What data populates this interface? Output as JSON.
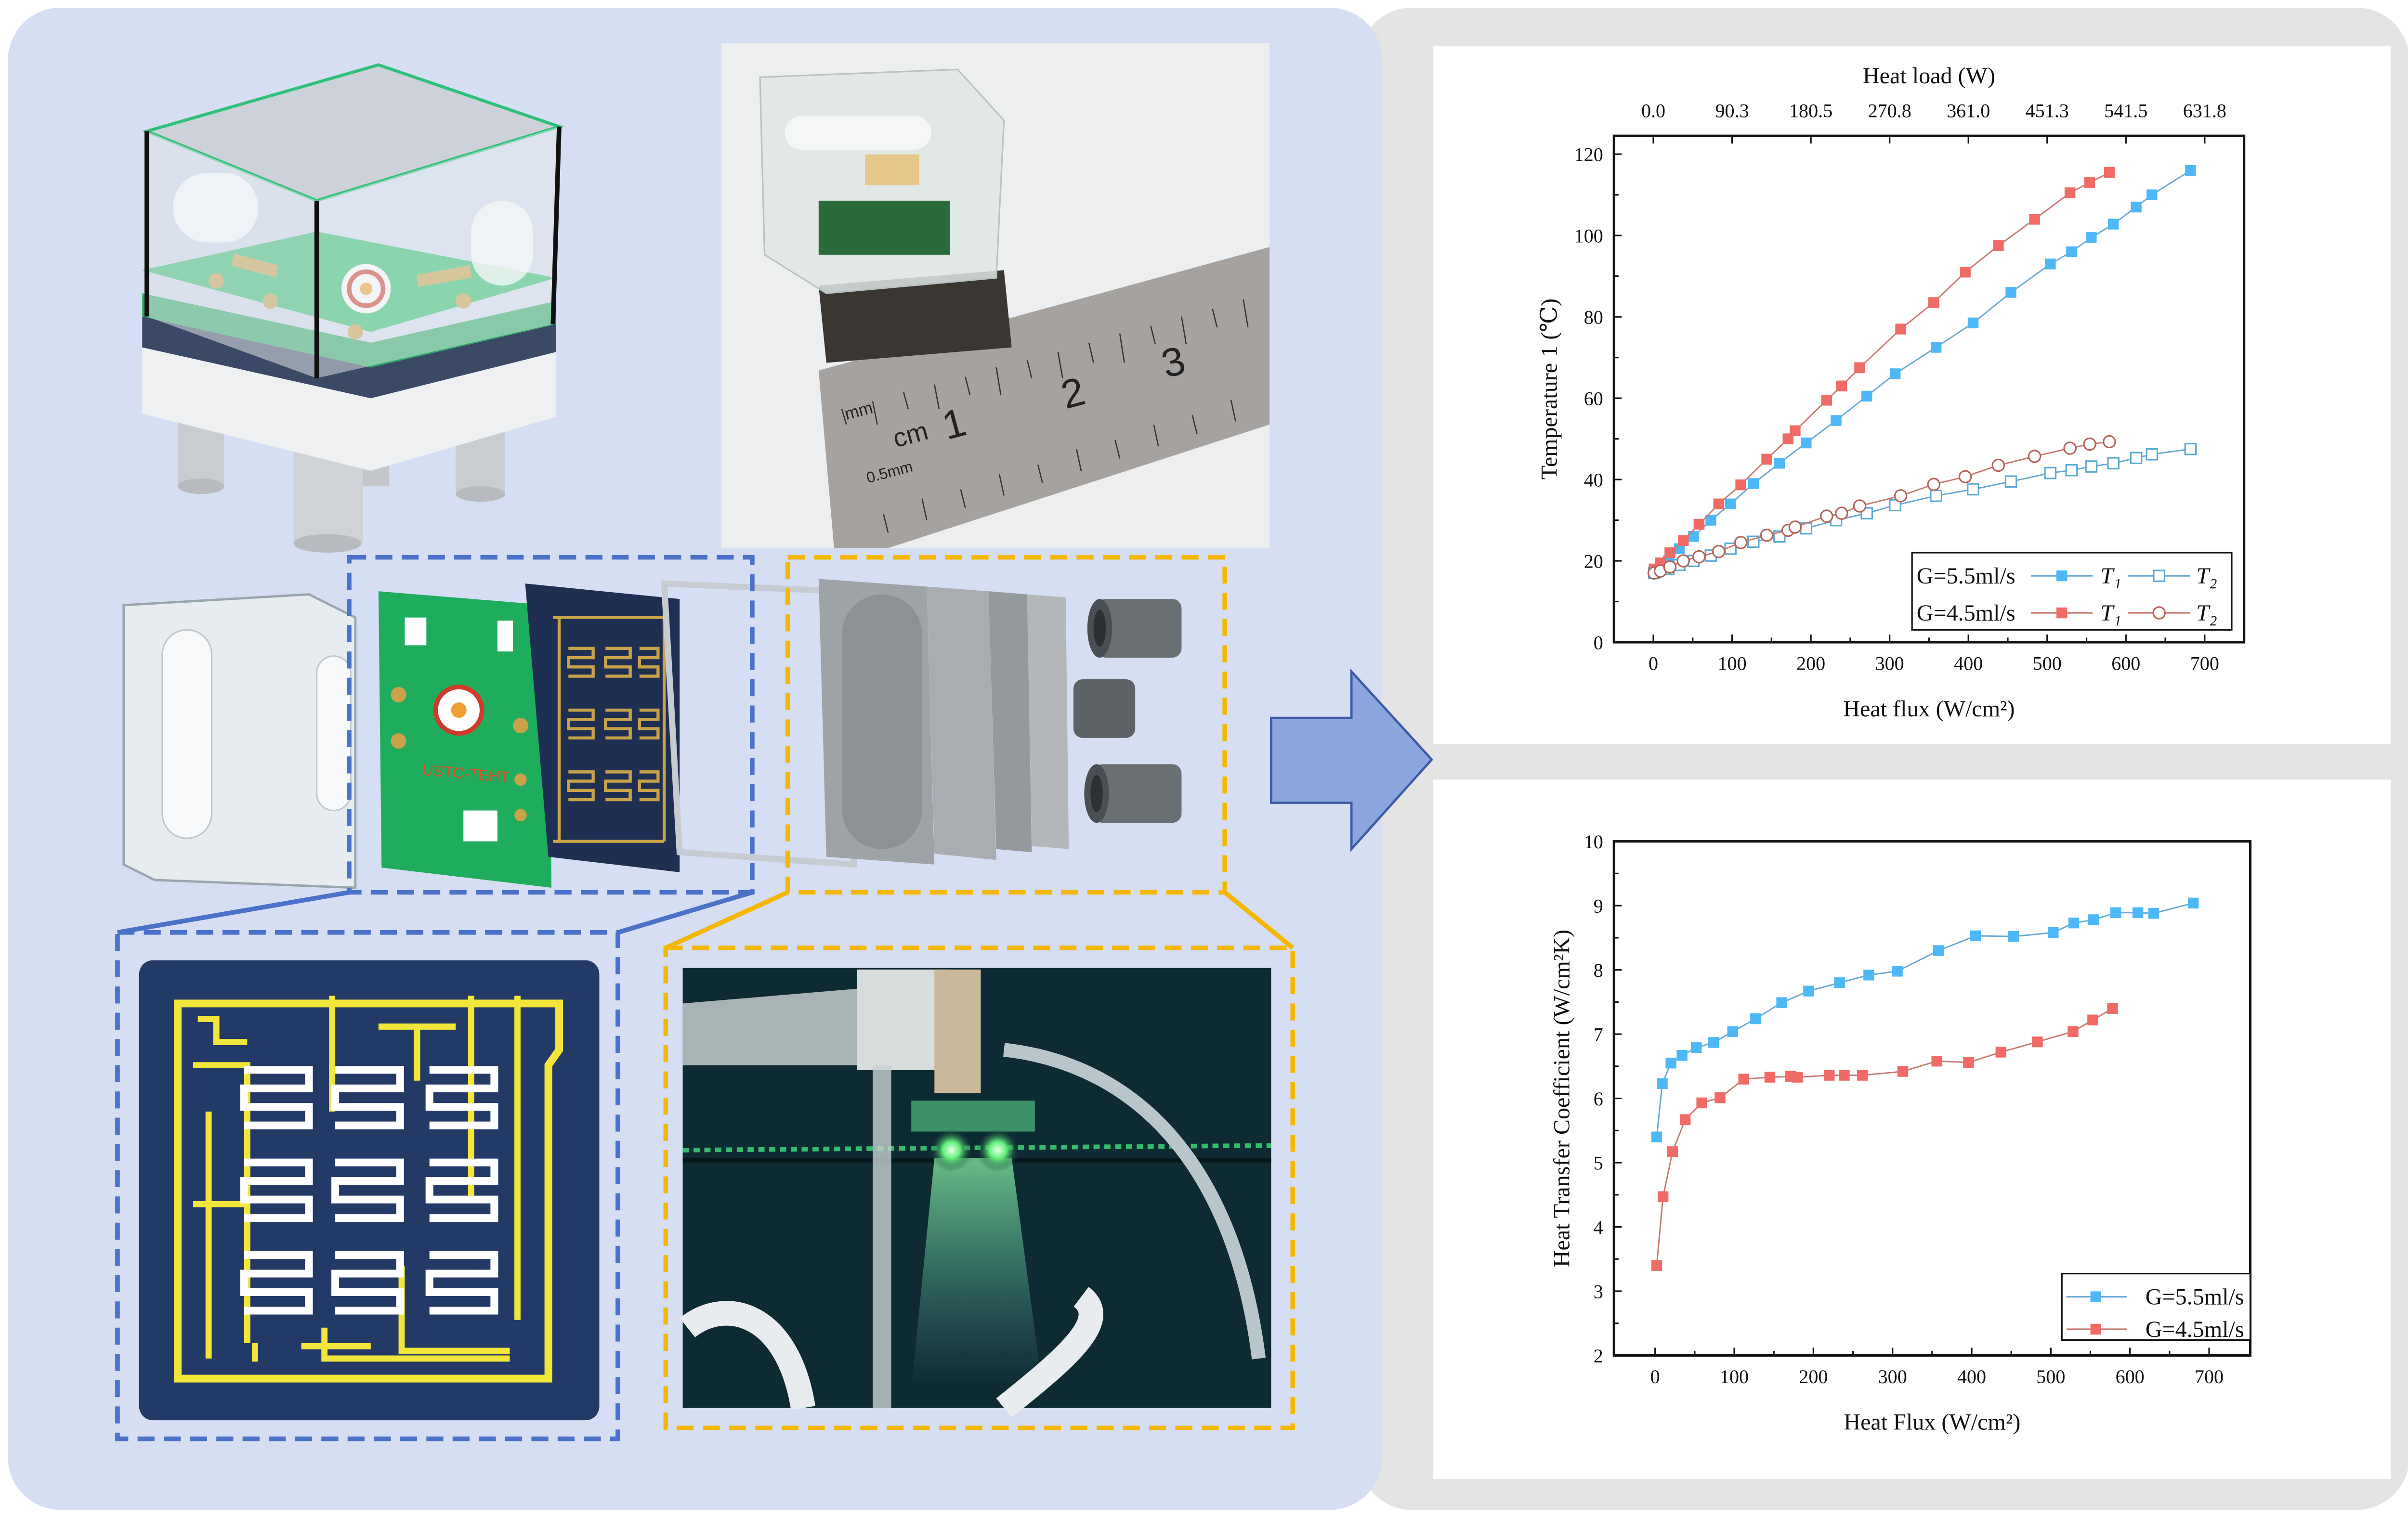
{
  "left_panel": {
    "pcb_logo_text": "USTC-TEHT",
    "ruler": {
      "mm": "mm",
      "cm": "cm",
      "n1": "1",
      "n2": "2",
      "n3": "3",
      "half_mm": "0.5mm"
    }
  },
  "colors": {
    "left_bg": "#d6def3",
    "right_bg": "#e4e4e4",
    "blue_dash": "#4a72c8",
    "orange_dash": "#f5b800",
    "arrow_fill": "#8aa6dd",
    "series_blue": "#4db8f5",
    "series_red": "#f06a66"
  },
  "chart_data": [
    {
      "type": "scatter",
      "title": "",
      "top_axis_label": "Heat load (W)",
      "top_tick_labels": [
        "0.0",
        "90.3",
        "180.5",
        "270.8",
        "361.0",
        "451.3",
        "541.5",
        "631.8"
      ],
      "xlabel": "Heat flux (W/cm²)",
      "ylabel": "Temperature 1 (℃)",
      "xlim": [
        -50,
        750
      ],
      "ylim": [
        0,
        124.5
      ],
      "xticks": [
        0,
        100,
        200,
        300,
        400,
        500,
        600,
        700
      ],
      "yticks": [
        0,
        20,
        40,
        60,
        80,
        100,
        120
      ],
      "legend_placement": "bottom-right",
      "legend": {
        "rows": [
          {
            "group": "G=5.5ml/s",
            "t1": "T₁",
            "t2": "T₂"
          },
          {
            "group": "G=4.5ml/s",
            "t1": "T₁",
            "t2": "T₂"
          }
        ]
      },
      "series": [
        {
          "name": "G=5.5ml/s T1",
          "marker": "square-filled",
          "color": "#4db8f5",
          "line": "#6aa8d0",
          "x": [
            1,
            19,
            33,
            51,
            73,
            98,
            127,
            160,
            194,
            232,
            271,
            307,
            359,
            406,
            454,
            504,
            531,
            556,
            584,
            613,
            633,
            682
          ],
          "y": [
            17,
            20,
            23,
            26,
            30,
            34,
            39,
            44,
            49,
            54.5,
            60.5,
            66,
            72.5,
            78.5,
            86,
            93,
            96,
            99.5,
            102.8,
            107,
            110,
            116
          ]
        },
        {
          "name": "G=5.5ml/s T2",
          "marker": "square-open",
          "color": "#5aaad6",
          "line": "#6aa8d0",
          "x": [
            1,
            19,
            33,
            51,
            73,
            98,
            127,
            160,
            194,
            232,
            271,
            307,
            359,
            406,
            454,
            504,
            531,
            556,
            584,
            613,
            633,
            682
          ],
          "y": [
            17,
            18,
            19,
            20,
            21.3,
            23,
            24.7,
            26,
            28,
            30,
            31.7,
            33.7,
            36,
            37.6,
            39.5,
            41.6,
            42.3,
            43.2,
            44,
            45.3,
            46.2,
            47.5
          ]
        },
        {
          "name": "G=4.5ml/s T1",
          "marker": "square-filled",
          "color": "#f06a66",
          "line": "#c8786f",
          "x": [
            1,
            9,
            21,
            38,
            58,
            83,
            111,
            144,
            171,
            180,
            220,
            239,
            262,
            314,
            356,
            396,
            438,
            484,
            529,
            554,
            579
          ],
          "y": [
            18,
            19.5,
            22,
            25,
            29,
            34,
            38.7,
            45,
            50,
            52,
            59.5,
            63,
            67.5,
            77,
            83.5,
            91,
            97.5,
            104,
            110.5,
            113,
            115.5
          ]
        },
        {
          "name": "G=4.5ml/s T2",
          "marker": "circle-open",
          "color": "#b5645a",
          "line": "#c8786f",
          "x": [
            1,
            9,
            21,
            38,
            58,
            83,
            111,
            144,
            171,
            180,
            220,
            239,
            262,
            314,
            356,
            396,
            438,
            484,
            529,
            554,
            579
          ],
          "y": [
            17,
            17.5,
            18.5,
            20,
            21,
            22.3,
            24.5,
            26.3,
            27.5,
            28.3,
            31,
            31.7,
            33.5,
            36,
            38.8,
            40.7,
            43.5,
            45.7,
            47.7,
            48.7,
            49.3
          ]
        }
      ]
    },
    {
      "type": "line",
      "title": "",
      "xlabel": "Heat Flux (W/cm²)",
      "ylabel": "Heat Transfer Coefficient (W/cm²K)",
      "xlim": [
        -52,
        752
      ],
      "ylim": [
        2,
        10
      ],
      "xticks": [
        0,
        100,
        200,
        300,
        400,
        500,
        600,
        700
      ],
      "yticks": [
        2,
        3,
        4,
        5,
        6,
        7,
        8,
        9,
        10
      ],
      "legend_placement": "bottom-right",
      "legend": {
        "rows": [
          {
            "group": "G=5.5ml/s"
          },
          {
            "group": "G=4.5ml/s"
          }
        ]
      },
      "series": [
        {
          "name": "G=5.5ml/s",
          "marker": "square-filled",
          "color": "#4db8f5",
          "line": "#6aa8d0",
          "x": [
            2,
            9,
            20,
            34,
            52,
            74,
            98,
            127,
            160,
            194,
            233,
            270,
            306,
            358,
            405,
            453,
            503,
            529,
            554,
            582,
            610,
            630,
            680
          ],
          "y": [
            5.4,
            6.23,
            6.55,
            6.67,
            6.79,
            6.87,
            7.04,
            7.24,
            7.49,
            7.67,
            7.8,
            7.92,
            7.98,
            8.3,
            8.53,
            8.52,
            8.58,
            8.73,
            8.78,
            8.89,
            8.89,
            8.88,
            9.04
          ]
        },
        {
          "name": "G=4.5ml/s",
          "marker": "square-filled",
          "color": "#f06a66",
          "line": "#c8786f",
          "x": [
            2,
            10,
            22,
            38,
            59,
            82,
            112,
            145,
            171,
            180,
            220,
            239,
            262,
            313,
            356,
            396,
            437,
            483,
            528,
            553,
            578
          ],
          "y": [
            3.4,
            4.47,
            5.17,
            5.67,
            5.93,
            6.01,
            6.3,
            6.33,
            6.34,
            6.33,
            6.36,
            6.36,
            6.36,
            6.42,
            6.58,
            6.56,
            6.72,
            6.88,
            7.04,
            7.22,
            7.4
          ]
        }
      ]
    }
  ]
}
